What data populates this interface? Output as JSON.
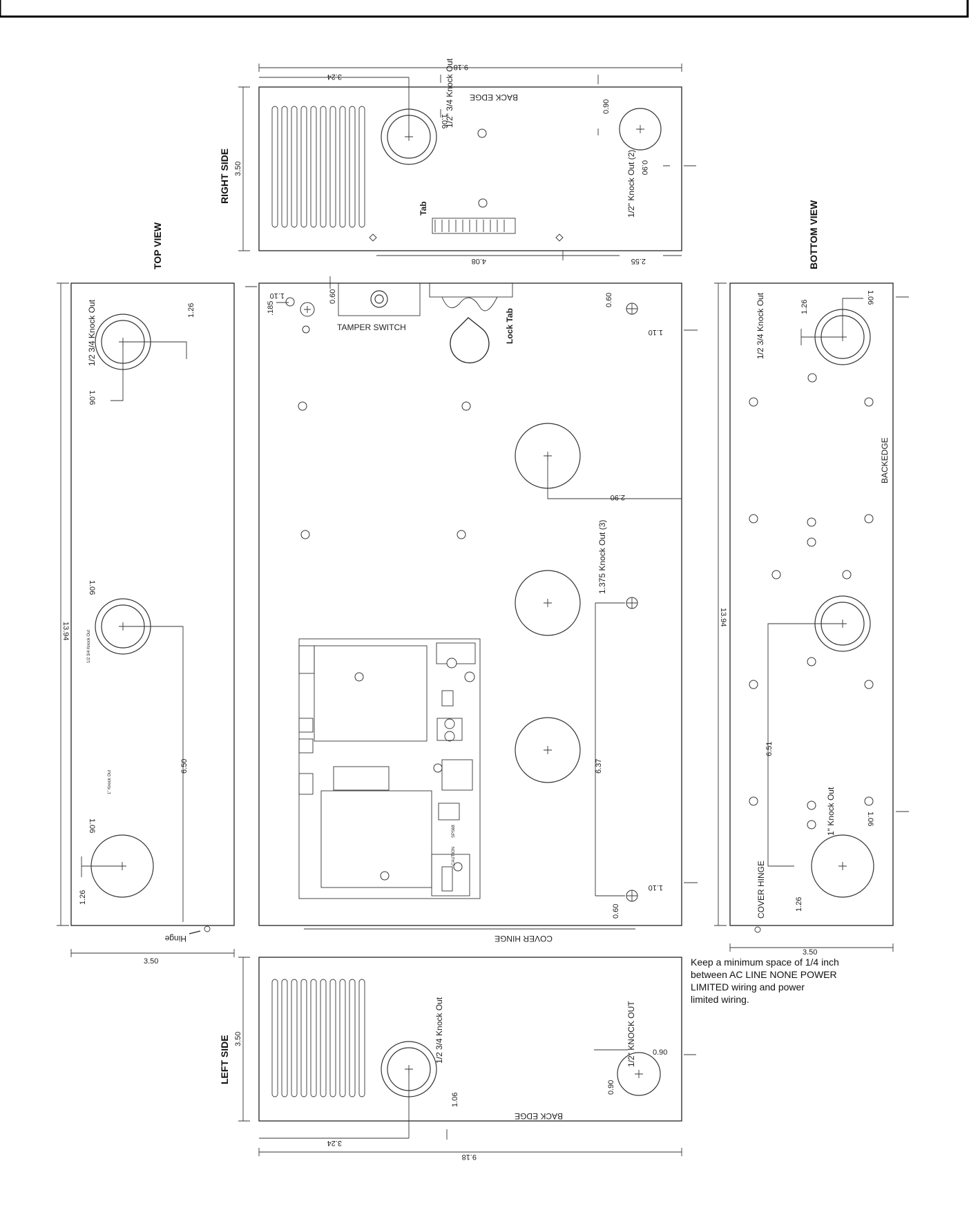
{
  "views": {
    "top_view": "TOP VIEW",
    "right_side": "RIGHT SIDE",
    "bottom_view": "BOTTOM VIEW",
    "left_side": "LEFT SIDE"
  },
  "labels": {
    "back_edge": "BACK EDGE",
    "back_edge_bottom": "BACKEDGE",
    "tamper_switch": "TAMPER SWITCH",
    "lock_tab": "Lock Tab",
    "cover_hinge": "COVER HINGE",
    "tab": "Tab",
    "hinge": "Hinge",
    "ko_half_34": "1/2 3/4 Knock Out",
    "ko_half_in_34": "1/2\" 3/4 Knock Out",
    "ko_half_in_2": "1/2\" Knock Out (2)",
    "ko_1375_3": "1.375 Knock Out (3)",
    "ko_one_in": "1\" Knock Out",
    "ko_half_caps": "1/2\" KNOCK OUT",
    "ko_tiny_a": "1/2 3/4 Knock Out",
    "ko_tiny_b": "1\" Knock Out",
    "board_model": "SPS68",
    "board_caution": "CAUTION"
  },
  "dims": {
    "d918": "9.18",
    "d324": "3.24",
    "d350": "3.50",
    "d106": "1.06",
    "d090": "0.90",
    "d255": "2.55",
    "d408": "4.08",
    "d060": "0.60",
    "d110": "1.10",
    "d185": ".185",
    "d126": "1.26",
    "d1394": "13.94",
    "d650": "6.50",
    "d290": "2.90",
    "d637": "6.37",
    "d651": "6.51"
  },
  "note": {
    "line1": "Keep a minimum space of 1/4 inch",
    "line2": "between AC LINE NONE POWER",
    "line3": "LIMITED wiring and power",
    "line4": "limited wiring."
  },
  "colors": {
    "line": "#222222",
    "panel_border": "#333333",
    "frame": "#000000"
  }
}
